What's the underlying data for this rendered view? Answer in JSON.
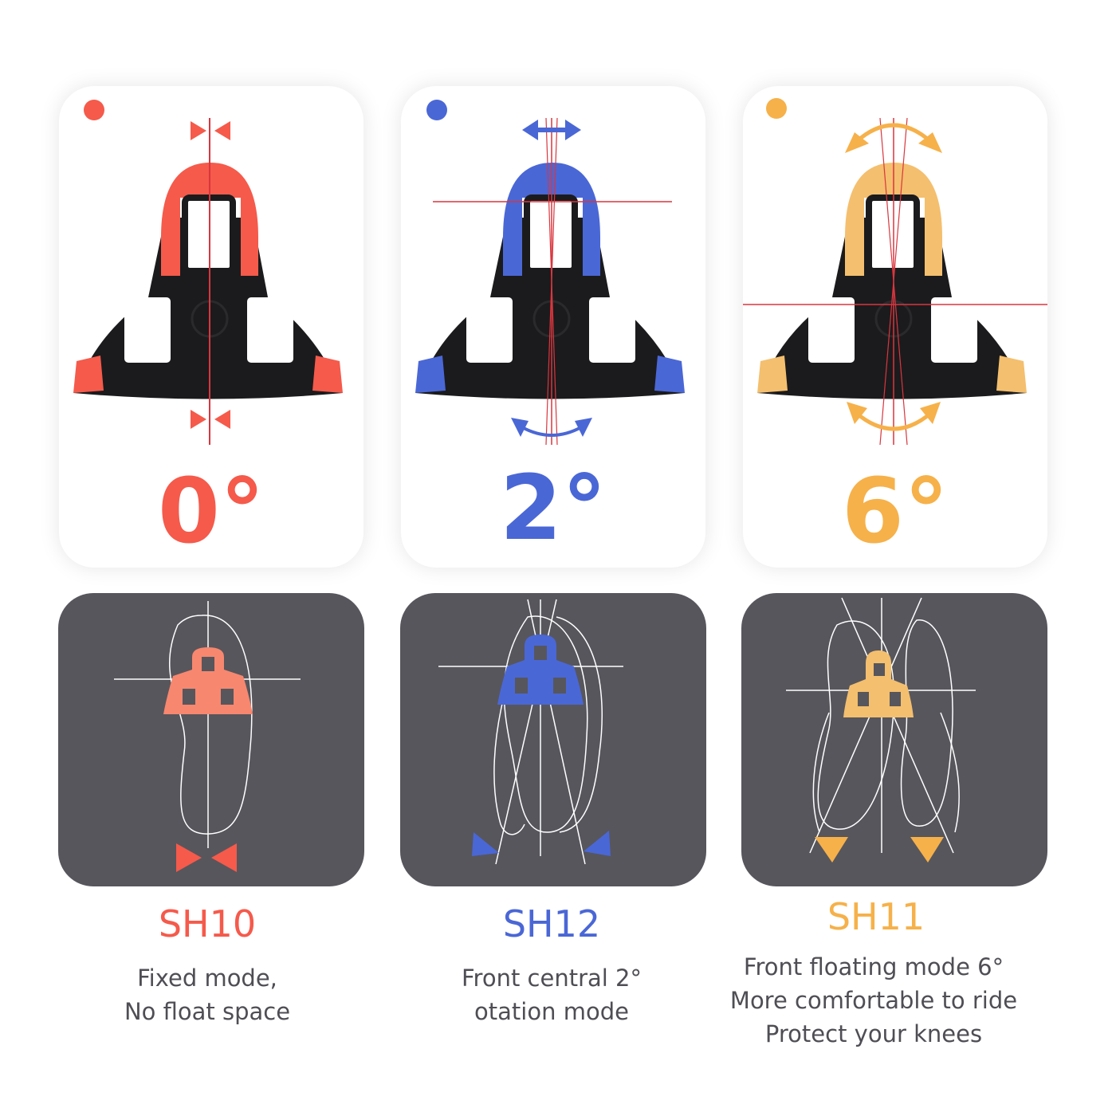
{
  "modes": [
    {
      "color": "#f55a4b",
      "degree": "0°",
      "code": "SH10",
      "description": [
        "Fixed mode,",
        "No float space"
      ],
      "top_icon": "inward-bowtie-arrows-icon",
      "bottom_icon": "bowtie-arrows-icon"
    },
    {
      "color": "#4a67d6",
      "degree": "2°",
      "code": "SH12",
      "description": [
        "Front central 2°",
        "otation mode"
      ],
      "top_icon": "double-arrow-horizontal-icon",
      "bottom_icon": "triangle-pointer-icon"
    },
    {
      "color": "#f6b14a",
      "degree": "6°",
      "code": "SH11",
      "description": [
        "Front floating mode  6°",
        "More comfortable to ride",
        "Protect your knees"
      ],
      "top_icon": "curved-double-arrow-icon",
      "bottom_icon": "triangle-pointer-icon"
    }
  ]
}
